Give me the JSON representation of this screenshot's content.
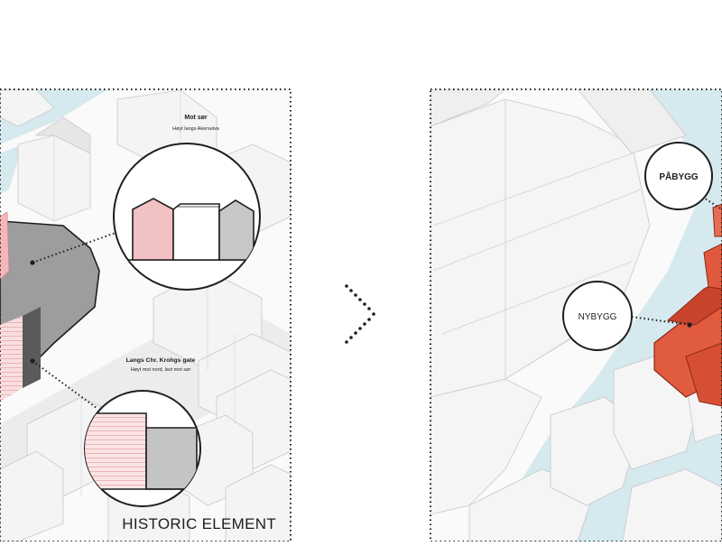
{
  "left_panel": {
    "caption": "HISTORIC ELEMENT",
    "callout_top": {
      "title": "Mot sør",
      "subtitle": "Høyt langs Akerselva"
    },
    "callout_bottom": {
      "title": "Langs Chr. Krohgs gate",
      "subtitle": "Høyt mot nord, lavt mot sør"
    }
  },
  "right_panel": {
    "label_top": "PÅBYGG",
    "label_mid": "NYBYGG"
  },
  "arrow": {
    "icon": "chevron-right-dotted-icon"
  },
  "colors": {
    "highlight_pink": "#f4c6c8",
    "highlight_red": "#e0583e",
    "river": "#d6e9ee",
    "building": "#f2f2f2",
    "line": "#1e1e1e"
  }
}
